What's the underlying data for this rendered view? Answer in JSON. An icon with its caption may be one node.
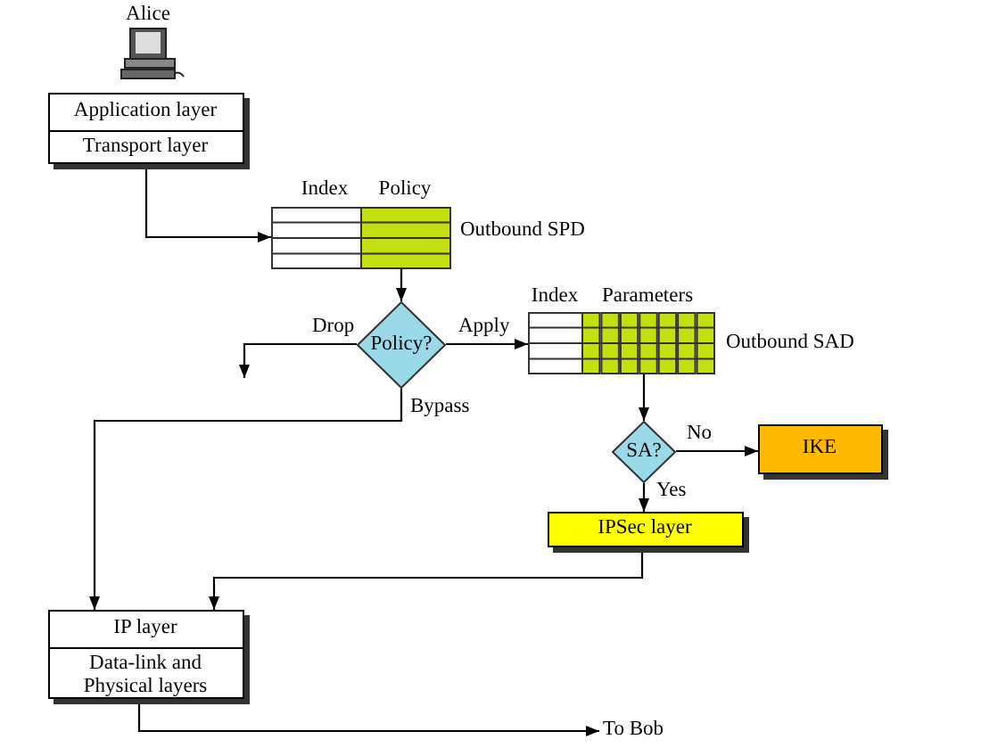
{
  "diagram": {
    "nodes": [
      {
        "text": [
          "Application layer",
          "Transport layer"
        ]
      },
      {
        "text": [
          "Index",
          "Policy"
        ],
        "beside": [
          "Outbound SPD"
        ]
      },
      {
        "text": [
          "Policy?"
        ]
      },
      {
        "text": [
          "Index",
          "Parameters"
        ],
        "beside": [
          "Outbound SAD"
        ]
      },
      {
        "text": [
          "SA?"
        ]
      },
      {
        "text": [
          "IKE"
        ]
      },
      {
        "text": [
          "IPSec layer"
        ]
      },
      {
        "text": [
          "IP layer",
          "Data-link and Physical layers"
        ]
      },
      {
        "text": [
          "To Bob"
        ]
      }
    ],
    "edges": [
      {
        "from": 0,
        "to": 1,
        "arrow": "to"
      },
      {
        "from": 1,
        "to": 2,
        "arrow": "to"
      },
      {
        "from": 2,
        "to": null,
        "label": "Drop",
        "arrow": "to"
      },
      {
        "from": 2,
        "to": 3,
        "label": "Apply",
        "arrow": "to"
      },
      {
        "from": 2,
        "to": 7,
        "label": "Bypass",
        "arrow": "to"
      },
      {
        "from": 3,
        "to": 4,
        "arrow": "to"
      },
      {
        "from": 4,
        "to": 5,
        "label": "No",
        "arrow": "to"
      },
      {
        "from": 4,
        "to": 6,
        "label": "Yes",
        "arrow": "to"
      },
      {
        "from": 6,
        "to": 7,
        "arrow": "to"
      },
      {
        "from": 7,
        "to": 8,
        "arrow": "to"
      }
    ],
    "labels": [
      "Alice"
    ]
  }
}
